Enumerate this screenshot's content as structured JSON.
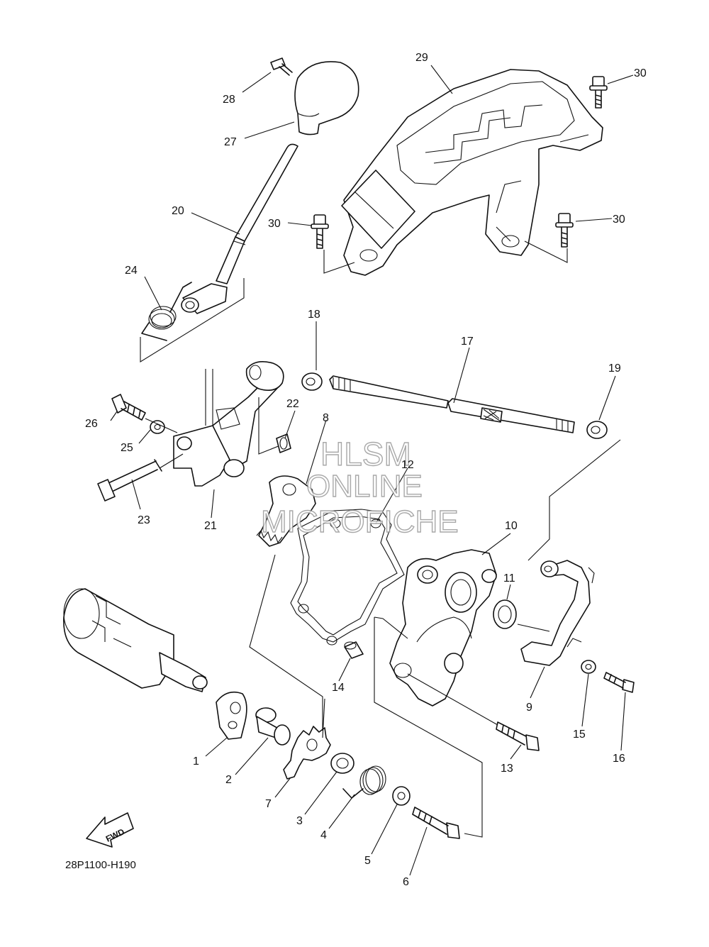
{
  "diagram": {
    "part_number": "28P1100-H190",
    "fwd_label": "FWD",
    "watermark": {
      "line1": "HLSM",
      "line2": "ONLINE",
      "line3": "MICROFICHE"
    },
    "callouts": [
      {
        "id": "c1",
        "label": "1"
      },
      {
        "id": "c2",
        "label": "2"
      },
      {
        "id": "c3",
        "label": "3"
      },
      {
        "id": "c4",
        "label": "4"
      },
      {
        "id": "c5",
        "label": "5"
      },
      {
        "id": "c6",
        "label": "6"
      },
      {
        "id": "c7",
        "label": "7"
      },
      {
        "id": "c8",
        "label": "8"
      },
      {
        "id": "c9",
        "label": "9"
      },
      {
        "id": "c10",
        "label": "10"
      },
      {
        "id": "c11",
        "label": "11"
      },
      {
        "id": "c12",
        "label": "12"
      },
      {
        "id": "c13",
        "label": "13"
      },
      {
        "id": "c14",
        "label": "14"
      },
      {
        "id": "c15",
        "label": "15"
      },
      {
        "id": "c16",
        "label": "16"
      },
      {
        "id": "c17",
        "label": "17"
      },
      {
        "id": "c18",
        "label": "18"
      },
      {
        "id": "c19",
        "label": "19"
      },
      {
        "id": "c20",
        "label": "20"
      },
      {
        "id": "c21",
        "label": "21"
      },
      {
        "id": "c22",
        "label": "22"
      },
      {
        "id": "c23",
        "label": "23"
      },
      {
        "id": "c24",
        "label": "24"
      },
      {
        "id": "c25",
        "label": "25"
      },
      {
        "id": "c26",
        "label": "26"
      },
      {
        "id": "c27",
        "label": "27"
      },
      {
        "id": "c28",
        "label": "28"
      },
      {
        "id": "c29",
        "label": "29"
      },
      {
        "id": "c30a",
        "label": "30"
      },
      {
        "id": "c30b",
        "label": "30"
      },
      {
        "id": "c30c",
        "label": "30"
      }
    ]
  }
}
